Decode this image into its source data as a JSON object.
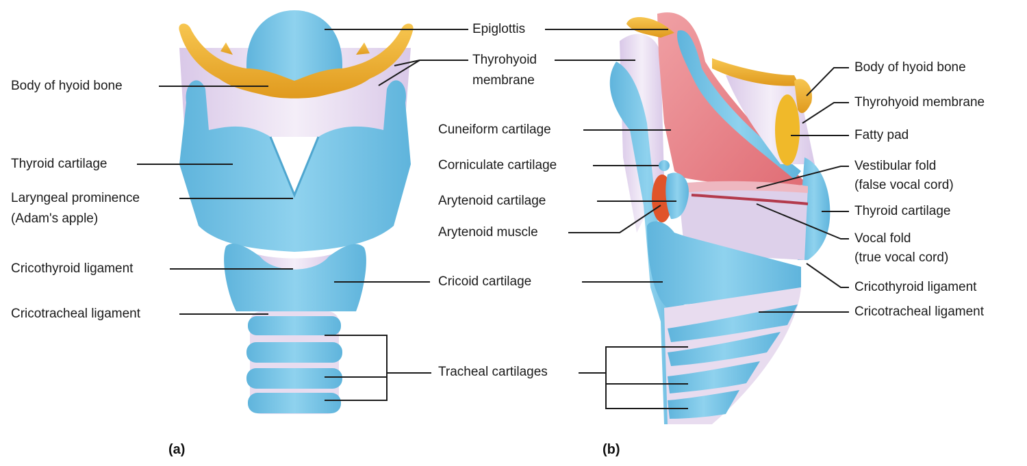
{
  "panels": {
    "a": "(a)",
    "b": "(b)"
  },
  "left_labels": {
    "hyoid": "Body of hyoid bone",
    "thyroid": "Thyroid cartilage",
    "prominence_1": "Laryngeal prominence",
    "prominence_2": "(Adam's apple)",
    "cricothyroid": "Cricothyroid ligament",
    "cricotracheal": "Cricotracheal ligament"
  },
  "center_labels": {
    "epiglottis": "Epiglottis",
    "thyrohyoid_1": "Thyrohyoid",
    "thyrohyoid_2": "membrane",
    "cuneiform": "Cuneiform cartilage",
    "corniculate": "Corniculate cartilage",
    "arytenoid": "Arytenoid cartilage",
    "arytenoid_muscle": "Arytenoid muscle",
    "cricoid": "Cricoid cartilage",
    "tracheal": "Tracheal cartilages"
  },
  "right_labels": {
    "hyoid": "Body of hyoid bone",
    "thyrohyoid": "Thyrohyoid membrane",
    "fatty": "Fatty pad",
    "vestibular_1": "Vestibular fold",
    "vestibular_2": "(false vocal cord)",
    "thyroid": "Thyroid cartilage",
    "vocal_1": "Vocal fold",
    "vocal_2": "(true vocal cord)",
    "cricothyroid": "Cricothyroid ligament",
    "cricotracheal": "Cricotracheal ligament"
  },
  "colors": {
    "cartilage": "#7fc8e8",
    "cartilage_dark": "#4fa6cf",
    "bone": "#f2b233",
    "membrane": "#e8dcef",
    "mucosa": "#e77f86",
    "muscle": "#e0542a"
  }
}
